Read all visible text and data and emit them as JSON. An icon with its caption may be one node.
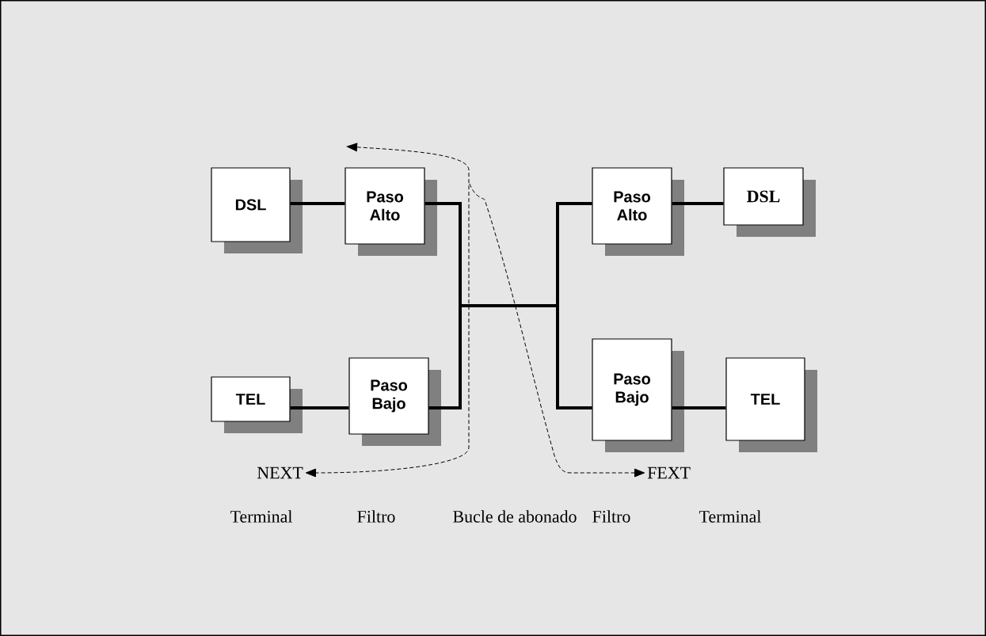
{
  "diagram": {
    "nodes": [
      {
        "text": [
          "DSL"
        ]
      },
      {
        "text": [
          "Paso Alto"
        ]
      },
      {
        "text": [
          "TEL"
        ]
      },
      {
        "text": [
          "Paso Bajo"
        ]
      },
      {
        "text": [
          "Paso Alto"
        ]
      },
      {
        "text": [
          "DSL"
        ]
      },
      {
        "text": [
          "Paso Bajo"
        ]
      },
      {
        "text": [
          "TEL"
        ]
      },
      {
        "text": [
          "NEXT"
        ]
      },
      {
        "text": [
          "FEXT"
        ]
      }
    ],
    "edges": [
      {
        "from": 0,
        "to": 1,
        "arrow": "none"
      },
      {
        "from": 2,
        "to": 3,
        "arrow": "none"
      },
      {
        "from": 1,
        "to": 4,
        "arrow": "none"
      },
      {
        "from": 1,
        "to": 6,
        "arrow": "none"
      },
      {
        "from": 3,
        "to": 4,
        "arrow": "none"
      },
      {
        "from": 3,
        "to": 6,
        "arrow": "none"
      },
      {
        "from": 4,
        "to": 5,
        "arrow": "none"
      },
      {
        "from": 6,
        "to": 7,
        "arrow": "none"
      },
      {
        "from": null,
        "to": 8,
        "arrow": "both",
        "style": "dashed"
      },
      {
        "from": null,
        "to": 9,
        "arrow": "to",
        "style": "dashed"
      }
    ],
    "labels": [
      "Terminal",
      "Filtro",
      "Bucle de abonado",
      "Filtro",
      "Terminal"
    ]
  }
}
